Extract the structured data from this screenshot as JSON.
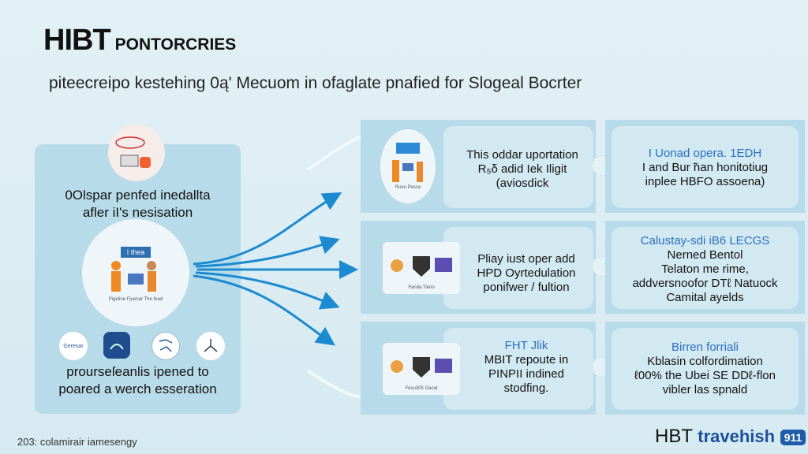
{
  "header": {
    "title_main": "HIBT",
    "title_sub": "PONTORCRIES",
    "subtitle": "piteecreipo kestehing 0ą' Mecuom in ofaglate pnafied for Slogeal Bocrter"
  },
  "left_panel": {
    "top_text": [
      "0Olspar penfed inedallta",
      "afler iI's nesisation"
    ],
    "center_badge": "I thea",
    "center_caption": "Pigeline Fjuenar The fead",
    "icon_label": "Geresar",
    "bottom_text": [
      "prourseſeanlis ipened to",
      "poared a werch esseration"
    ]
  },
  "rows": [
    {
      "left_lines": [
        "This oddar uportation",
        "R₅δ adid Iek Iligit",
        "(aviosdick"
      ],
      "left_caption": "Ruvo Pesce",
      "right_heading": "I Uonad opera. 1EDH",
      "right_lines": [
        "I and Bur ̃nan honitotiug",
        "inplee HBFO assoena)"
      ]
    },
    {
      "left_lines": [
        "Pliay iust oper add",
        "HPD Oyrtedulation",
        "ponifwer / fultion"
      ],
      "left_caption": "Fanda Tieno",
      "right_heading": "Calustay-sdi iB6 LECGS",
      "right_lines": [
        "Nerned Bentol",
        "Telaton me rime,",
        "addversnoofor DTℓ Natuock",
        "Camital ayelds"
      ]
    },
    {
      "left_lines": [
        "MBIT repoute in",
        "PINPII indined",
        "stodfing."
      ],
      "left_caption": "Fesu305 Gacat",
      "left_heading": "FHT Jlik",
      "right_heading": "Birren forriali",
      "right_lines": [
        "Kblasin colfordimation",
        "ℓ00% the Ubei SE DDℓ-flon",
        "vibler las spnald"
      ]
    }
  ],
  "footer": {
    "text": "203: colamirair iamesengy",
    "logo_prefix": "HBT",
    "logo_name": "travehish",
    "logo_badge": "911"
  },
  "colors": {
    "panel": "#b8dbe9",
    "arrow": "#1c8ad0",
    "background": "#dcedf3"
  }
}
